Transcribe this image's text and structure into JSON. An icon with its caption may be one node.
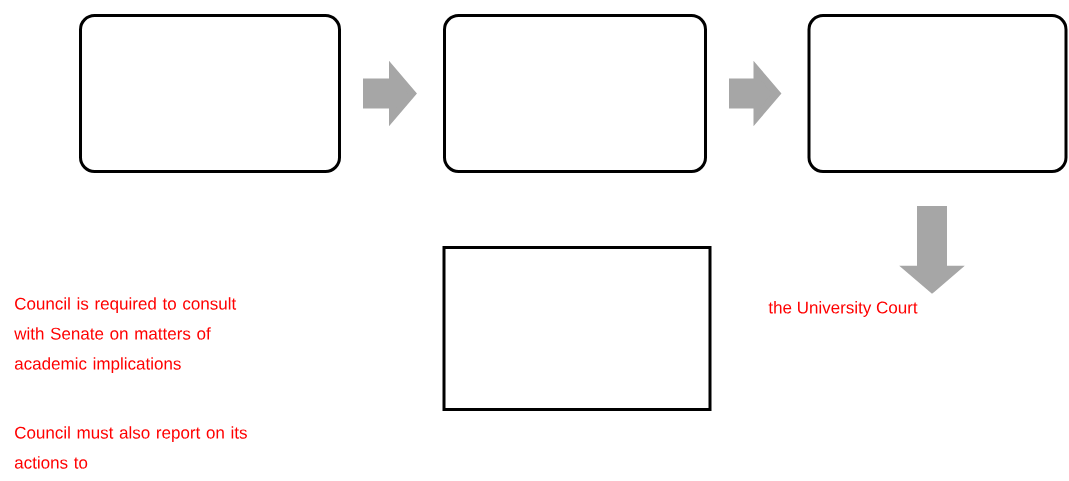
{
  "diagram": {
    "nodes": [
      {
        "text": [],
        "shape": "box"
      },
      {
        "text": [],
        "shape": "box"
      },
      {
        "text": [],
        "shape": "box"
      },
      {
        "text": [],
        "shape": "box"
      },
      {
        "text": [
          "the University Court"
        ]
      }
    ],
    "edges": [
      {
        "from": 0,
        "to": 1,
        "arrow": "to"
      },
      {
        "from": 1,
        "to": 2,
        "arrow": "to"
      },
      {
        "from": 2,
        "to": 4,
        "arrow": "to"
      }
    ],
    "labels": [
      "Council is required to consult with Senate on matters of academic implications",
      "Council must also report on its actions to"
    ]
  }
}
